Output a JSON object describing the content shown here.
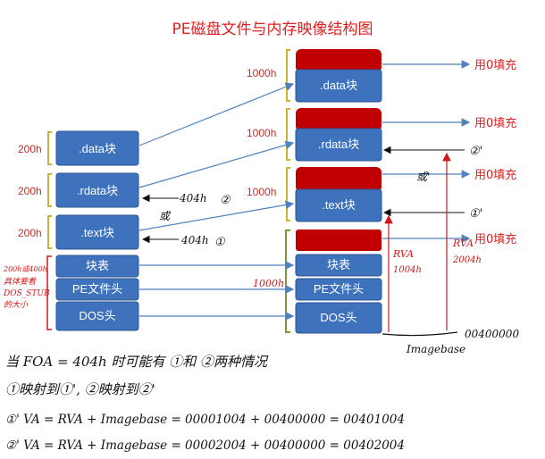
{
  "title": "PE磁盘文件与内存映像结构图",
  "disk": {
    "blocks": [
      {
        "label": ".data块",
        "size": "200h"
      },
      {
        "label": ".rdata块",
        "size": "200h"
      },
      {
        "label": ".text块",
        "size": "200h"
      },
      {
        "label": "块表"
      },
      {
        "label": "PE文件头"
      },
      {
        "label": "DOS头"
      }
    ],
    "header_note_1": "200h或400h",
    "header_note_2": "具体要看",
    "header_note_3": "DOS_STUB",
    "header_note_4": "的大小"
  },
  "memory": {
    "blocks": [
      {
        "label": ".data块",
        "size": "1000h"
      },
      {
        "label": ".rdata块",
        "size": "1000h"
      },
      {
        "label": ".text块",
        "size": "1000h"
      },
      {
        "label": "块表"
      },
      {
        "label": "PE文件头"
      },
      {
        "label": "DOS头"
      }
    ],
    "header_size": "1000h",
    "fill_label": "用0填充",
    "imagebase_label": "Imagebase",
    "imagebase_value": "00400000"
  },
  "annotations": {
    "foa_1": "404h",
    "mark_2": "②",
    "or_1": "或",
    "foa_2": "404h",
    "mark_1": "①",
    "or_2": "或'",
    "mark_2p": "②'",
    "mark_1p": "①'",
    "rva_1_label": "RVA",
    "rva_1_value": "1004h",
    "rva_2_label": "RVA",
    "rva_2_value": "2004h"
  },
  "notes": {
    "line_1": "当 FOA = 404h 时可能有 ①和 ②两种情况",
    "line_2": "①映射到①', ②映射到②'",
    "line_3": "①' VA = RVA + Imagebase = 00001004 + 00400000 = 00401004",
    "line_4": "②' VA = RVA + Imagebase = 00002004 + 00400000 = 00402004"
  },
  "colors": {
    "block_fill": "#3f72bd",
    "block_stroke": "#2a5494",
    "padding_fill": "#c00000",
    "arrow": "#4f81bd",
    "bracket_yellow": "#c8b432",
    "bracket_green": "#7a9a3a",
    "hand_red": "#d01818"
  }
}
